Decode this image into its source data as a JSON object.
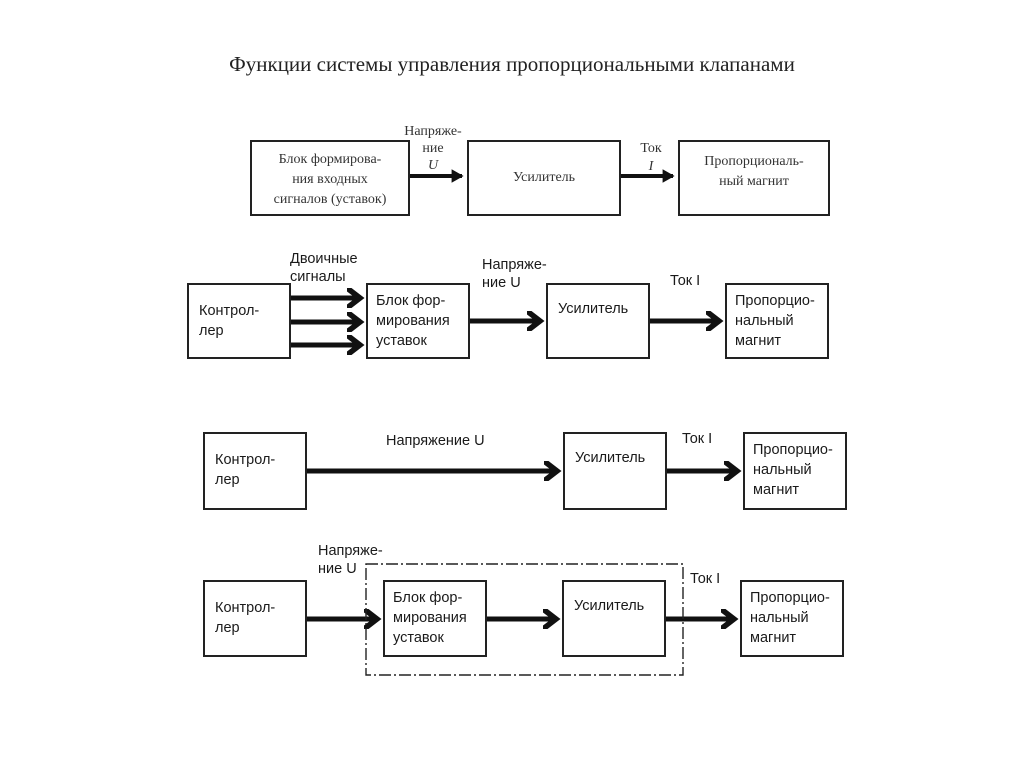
{
  "title": "Функции системы управления пропорциональными клапанами",
  "diagrams": [
    {
      "id": "d1",
      "blocks": [
        {
          "name": "setpoint-block",
          "label": "Блок формирова-\nния входных\nсигналов (уставок)"
        },
        {
          "name": "amplifier-block",
          "label": "Усилитель"
        },
        {
          "name": "magnet-block",
          "label": "Пропорциональ-\nный магнит"
        }
      ],
      "signals": [
        {
          "name": "voltage-label",
          "text": "Напряже-\nние",
          "var": "U"
        },
        {
          "name": "current-label",
          "text": "Ток",
          "var": "I"
        }
      ]
    },
    {
      "id": "d2",
      "blocks": [
        {
          "name": "controller-block",
          "label": "Контрол-\nлер"
        },
        {
          "name": "setpoint-block",
          "label": "Блок фор-\nмирования\nуставок"
        },
        {
          "name": "amplifier-block",
          "label": "Усилитель"
        },
        {
          "name": "magnet-block",
          "label": "Пропорцио-\nнальный\nмагнит"
        }
      ],
      "signals": [
        {
          "name": "binary-signals-label",
          "text": "Двоичные\nсигналы"
        },
        {
          "name": "voltage-label",
          "text": "Напряже-\nние U"
        },
        {
          "name": "current-label",
          "text": "Ток I"
        }
      ]
    },
    {
      "id": "d3",
      "blocks": [
        {
          "name": "controller-block",
          "label": "Контрол-\nлер"
        },
        {
          "name": "amplifier-block",
          "label": "Усилитель"
        },
        {
          "name": "magnet-block",
          "label": "Пропорцио-\nнальный\nмагнит"
        }
      ],
      "signals": [
        {
          "name": "voltage-label",
          "text": "Напряжение U"
        },
        {
          "name": "current-label",
          "text": "Ток I"
        }
      ]
    },
    {
      "id": "d4",
      "blocks": [
        {
          "name": "controller-block",
          "label": "Контрол-\nлер"
        },
        {
          "name": "setpoint-block",
          "label": "Блок фор-\nмирования\nуставок"
        },
        {
          "name": "amplifier-block",
          "label": "Усилитель"
        },
        {
          "name": "magnet-block",
          "label": "Пропорцио-\nнальный\nмагнит"
        }
      ],
      "signals": [
        {
          "name": "voltage-label",
          "text": "Напряже-\nние U"
        },
        {
          "name": "current-label",
          "text": "Ток I"
        }
      ]
    }
  ]
}
